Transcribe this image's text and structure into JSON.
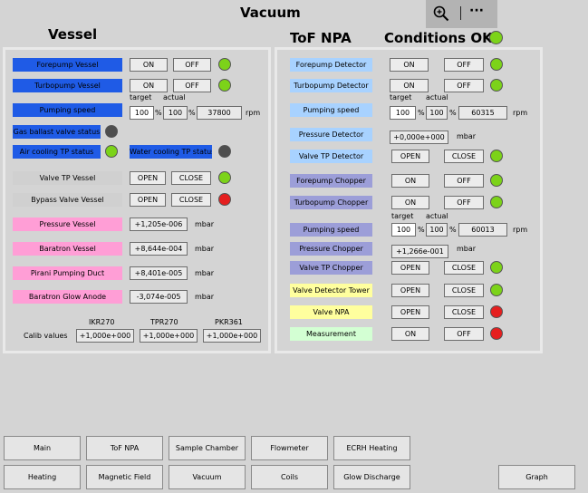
{
  "header": {
    "title": "Vacuum",
    "zoom_icon": "zoom-icon",
    "more_label": "···"
  },
  "colors": {
    "blue": "#1f5be6",
    "lightblue": "#a8d2ff",
    "purple": "#9c9ed8",
    "pink": "#ff9ed6",
    "yellow": "#ffff9e",
    "lightgreen": "#d3ffd3",
    "gray": "#d0d0d0",
    "led_green": "#7cd319",
    "led_red": "#e51f1f",
    "led_gray": "#4e4e4e"
  },
  "vessel": {
    "title": "Vessel",
    "forepump": {
      "label": "Forepump Vessel",
      "on": "ON",
      "off": "OFF"
    },
    "turbopump": {
      "label": "Turbopump Vessel",
      "on": "ON",
      "off": "OFF"
    },
    "pumping": {
      "label": "Pumping speed",
      "target_caption": "target",
      "actual_caption": "actual",
      "target": "100",
      "actual": "100",
      "pct": "%",
      "rpm_value": "37800",
      "rpm_unit": "rpm"
    },
    "gas_ballast": {
      "label": "Gas ballast valve status"
    },
    "air_cooling": {
      "label": "Air cooling TP status"
    },
    "water_cooling": {
      "label": "Water cooling TP status"
    },
    "valve_tp": {
      "label": "Valve TP Vessel",
      "open": "OPEN",
      "close": "CLOSE"
    },
    "bypass_valve": {
      "label": "Bypass Valve Vessel",
      "open": "OPEN",
      "close": "CLOSE"
    },
    "pressure": {
      "label": "Pressure Vessel",
      "value": "+1,205e-006",
      "unit": "mbar"
    },
    "baratron": {
      "label": "Baratron Vessel",
      "value": "+8,644e-004",
      "unit": "mbar"
    },
    "pirani": {
      "label": "Pirani Pumping Duct",
      "value": "+8,401e-005",
      "unit": "mbar"
    },
    "glow_anode": {
      "label": "Baratron Glow Anode",
      "value": "-3,074e-005",
      "unit": "mbar"
    },
    "calib": {
      "label": "Calib values",
      "items": [
        {
          "name": "IKR270",
          "value": "+1,000e+000"
        },
        {
          "name": "TPR270",
          "value": "+1,000e+000"
        },
        {
          "name": "PKR361",
          "value": "+1,000e+000"
        }
      ]
    }
  },
  "tof": {
    "title": "ToF NPA",
    "conditions": "Conditions OK",
    "forepump_detector": {
      "label": "Forepump Detector",
      "on": "ON",
      "off": "OFF"
    },
    "turbopump_detector": {
      "label": "Turbopump Detector",
      "on": "ON",
      "off": "OFF"
    },
    "pumping": {
      "label": "Pumping speed",
      "target_caption": "target",
      "actual_caption": "actual",
      "target": "100",
      "actual": "100",
      "pct": "%",
      "rpm_value": "60315",
      "rpm_unit": "rpm"
    },
    "pressure_detector": {
      "label": "Pressure Detector",
      "value": "+0,000e+000",
      "unit": "mbar"
    },
    "valve_tp_detector": {
      "label": "Valve TP Detector",
      "open": "OPEN",
      "close": "CLOSE"
    },
    "forepump_chopper": {
      "label": "Forepump Chopper",
      "on": "ON",
      "off": "OFF"
    },
    "turbopump_chopper": {
      "label": "Turbopump Chopper",
      "on": "ON",
      "off": "OFF"
    },
    "pumping_chopper": {
      "label": "Pumping speed",
      "target_caption": "target",
      "actual_caption": "actual",
      "target": "100",
      "actual": "100",
      "pct": "%",
      "rpm_value": "60013",
      "rpm_unit": "rpm"
    },
    "pressure_chopper": {
      "label": "Pressure Chopper",
      "value": "+1,266e-001",
      "unit": "mbar"
    },
    "valve_tp_chopper": {
      "label": "Valve TP Chopper",
      "open": "OPEN",
      "close": "CLOSE"
    },
    "valve_detector_tower": {
      "label": "Valve Detector Tower",
      "open": "OPEN",
      "close": "CLOSE"
    },
    "valve_npa": {
      "label": "Valve NPA",
      "open": "OPEN",
      "close": "CLOSE"
    },
    "measurement": {
      "label": "Measurement",
      "on": "ON",
      "off": "OFF"
    }
  },
  "nav": {
    "row1": [
      "Main",
      "ToF NPA",
      "Sample Chamber",
      "Flowmeter",
      "ECRH Heating"
    ],
    "row2": [
      "Heating",
      "Magnetic Field",
      "Vacuum",
      "Coils",
      "Glow Discharge"
    ],
    "graph": "Graph"
  }
}
